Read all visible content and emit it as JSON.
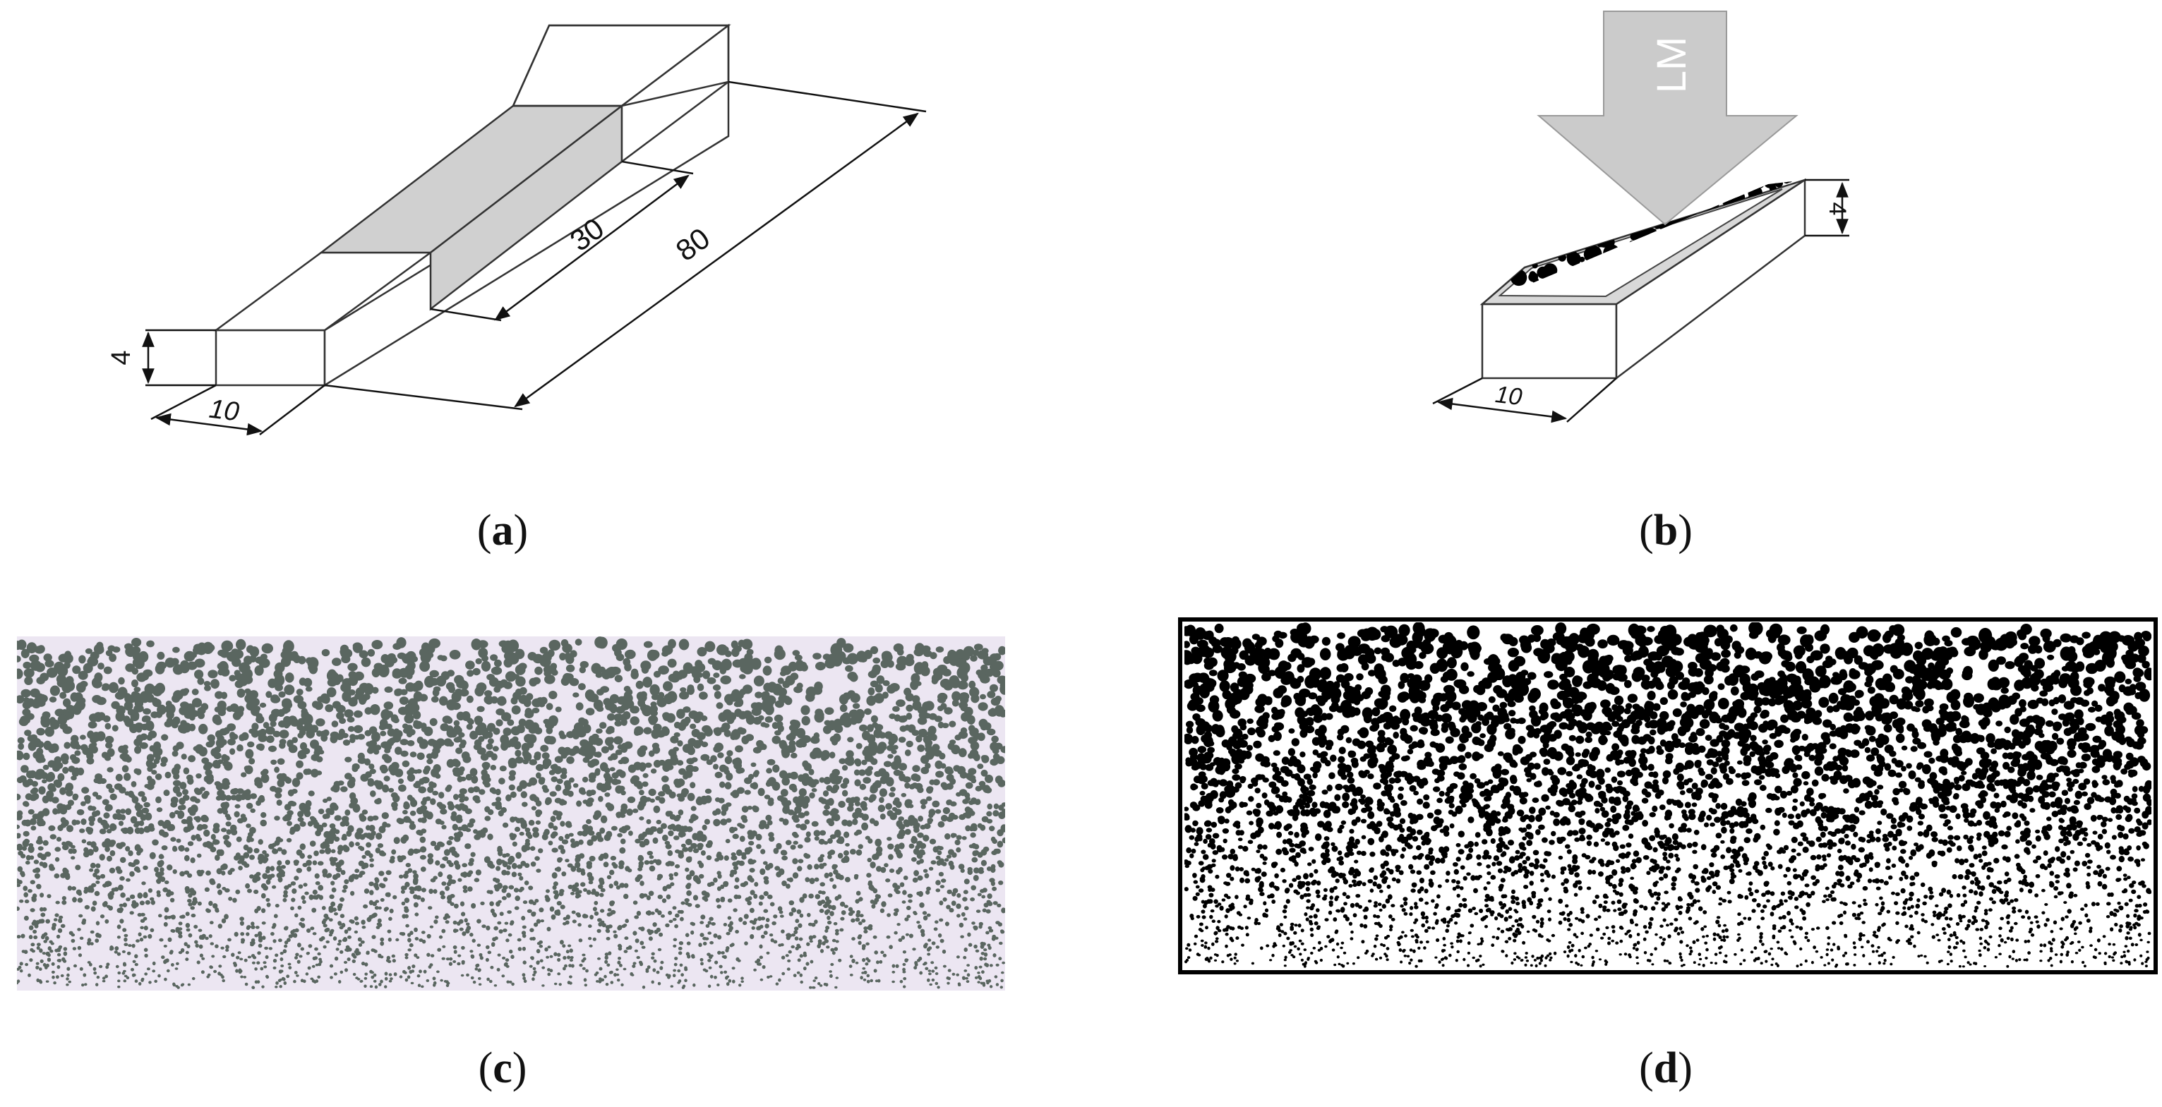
{
  "panel_a": {
    "dim_width": "10",
    "dim_height": "4",
    "dim_gauge_length": "30",
    "dim_total_length": "80",
    "caption": {
      "open": "(",
      "letter": "a",
      "close": ")"
    }
  },
  "panel_b": {
    "arrow_label": "LM",
    "dim_width": "10",
    "dim_height": "4",
    "caption": {
      "open": "(",
      "letter": "b",
      "close": ")"
    }
  },
  "panel_c": {
    "caption": {
      "open": "(",
      "letter": "c",
      "close": ")"
    },
    "colors": {
      "background": "#ece6f2",
      "particle": "#5a6660"
    }
  },
  "panel_d": {
    "caption": {
      "open": "(",
      "letter": "d",
      "close": ")"
    },
    "colors": {
      "background": "#ffffff",
      "particle": "#000000"
    }
  }
}
